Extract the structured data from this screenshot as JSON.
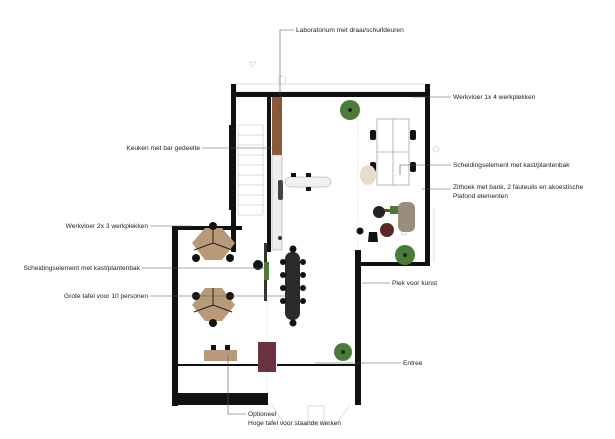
{
  "labels": {
    "laboratorium": "Laboratorium met draai/schuifdeuren",
    "werkvloer_1x4": "Werkvloer 1x 4 werkplekken",
    "keuken": "Keuken met bar gedeelte",
    "scheiding_rechts": "Scheidingselement met kast/plantenbak",
    "zithoek_line1": "Zithoek met bank, 2 fauteuils en akoestische",
    "zithoek_line2": "Plafond elementen",
    "werkvloer_2x3": "Werkvloer 2x 3 werkplekken",
    "scheiding_links": "Scheidingselement met kast/plantenbak",
    "grote_tafel": "Grote tafel voor 10 personen",
    "plek_kunst": "Plek voor kunst",
    "entree": "Entree",
    "optioneel_line1": "Optioneel",
    "optioneel_line2": "Hoge tafel voor staande werken"
  },
  "colors": {
    "wall": "#111111",
    "wood": "#8b5a3c",
    "desk_wood": "#b89a7a",
    "plant": "#4c7a3a",
    "table_dark": "#2a2a2a",
    "sofa": "#9a8d80",
    "maroon": "#6b3340"
  }
}
